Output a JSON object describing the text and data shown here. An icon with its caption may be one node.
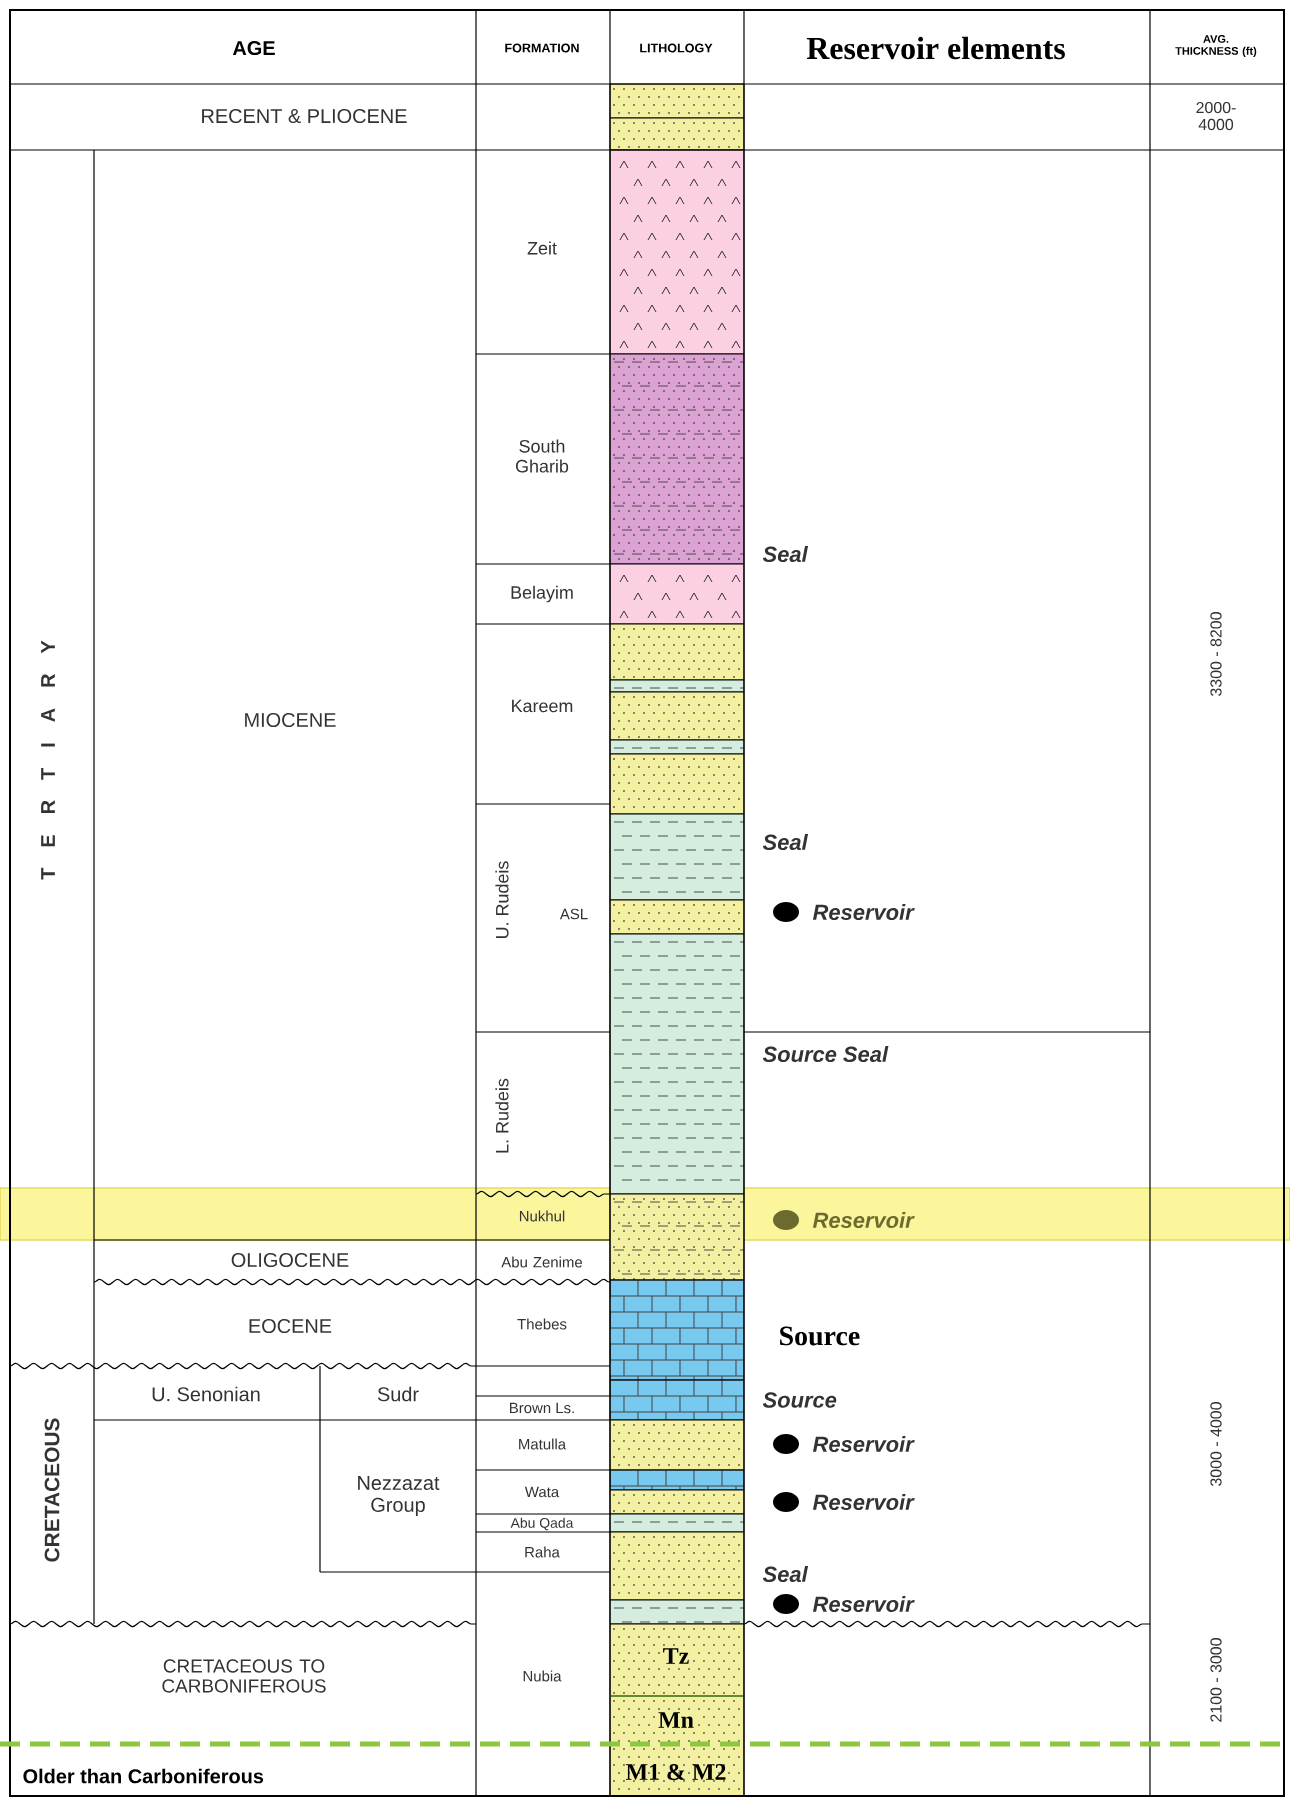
{
  "diagram": {
    "labels": [
      "AGE",
      "FORMATION",
      "LITHOLOGY",
      "Reservoir elements",
      "AVG. THICKNESS (ft)",
      "RECENT & PLIOCENE",
      "2000-4000",
      "Zeit",
      "South Gharib",
      "Seal",
      "Belayim",
      "T E R T I A R Y",
      "3300 - 8200",
      "MIOCENE",
      "Kareem",
      "Seal",
      "U. Rudeis",
      "ASL",
      "Reservoir",
      "Source Seal",
      "L. Rudeis",
      "Nukhul",
      "Reservoir",
      "OLIGOCENE",
      "Abu Zenime",
      "EOCENE",
      "Thebes",
      "Source",
      "U. Senonian",
      "Sudr",
      "Source",
      "Brown Ls.",
      "CRETACEOUS",
      "3000 - 4000",
      "Matulla",
      "Reservoir",
      "Nezzazat Group",
      "Wata",
      "Reservoir",
      "Abu Qada",
      "Raha",
      "Seal",
      "Reservoir",
      "CRETACEOUS TO CARBONIFEROUS",
      "Nubia",
      "Tz",
      "2100 - 3000",
      "Mn",
      "Older than Carboniferous",
      "M1 & M2"
    ]
  }
}
